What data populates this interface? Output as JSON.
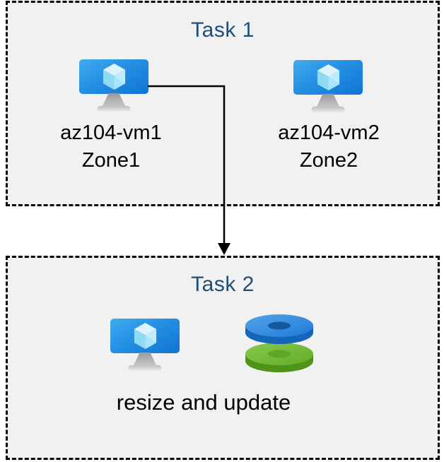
{
  "diagram": {
    "tasks": [
      {
        "title": "Task 1",
        "nodes": [
          {
            "label": "az104-vm1",
            "zone": "Zone1",
            "icon": "virtual-machine-icon"
          },
          {
            "label": "az104-vm2",
            "zone": "Zone2",
            "icon": "virtual-machine-icon"
          }
        ]
      },
      {
        "title": "Task 2",
        "caption": "resize and update",
        "icons": [
          "virtual-machine-icon",
          "disk-stack-icon"
        ]
      }
    ],
    "connector": {
      "type": "elbow-arrow",
      "from": "az104-vm1",
      "to": "Task 2"
    },
    "colors": {
      "title_text": "#1f4e79",
      "box_background": "#f1f1f1",
      "box_border": "#000000",
      "label_text": "#000000",
      "arrow": "#000000",
      "monitor_blue_light": "#41aaee",
      "monitor_blue_dark": "#1273d2",
      "disk_blue_top": "#2f8de2",
      "disk_blue_side": "#1566b8",
      "disk_blue_hole": "#155a9e",
      "disk_green_top": "#74bc37",
      "disk_green_side": "#50931b",
      "disk_green_hole": "#5ea725"
    }
  }
}
